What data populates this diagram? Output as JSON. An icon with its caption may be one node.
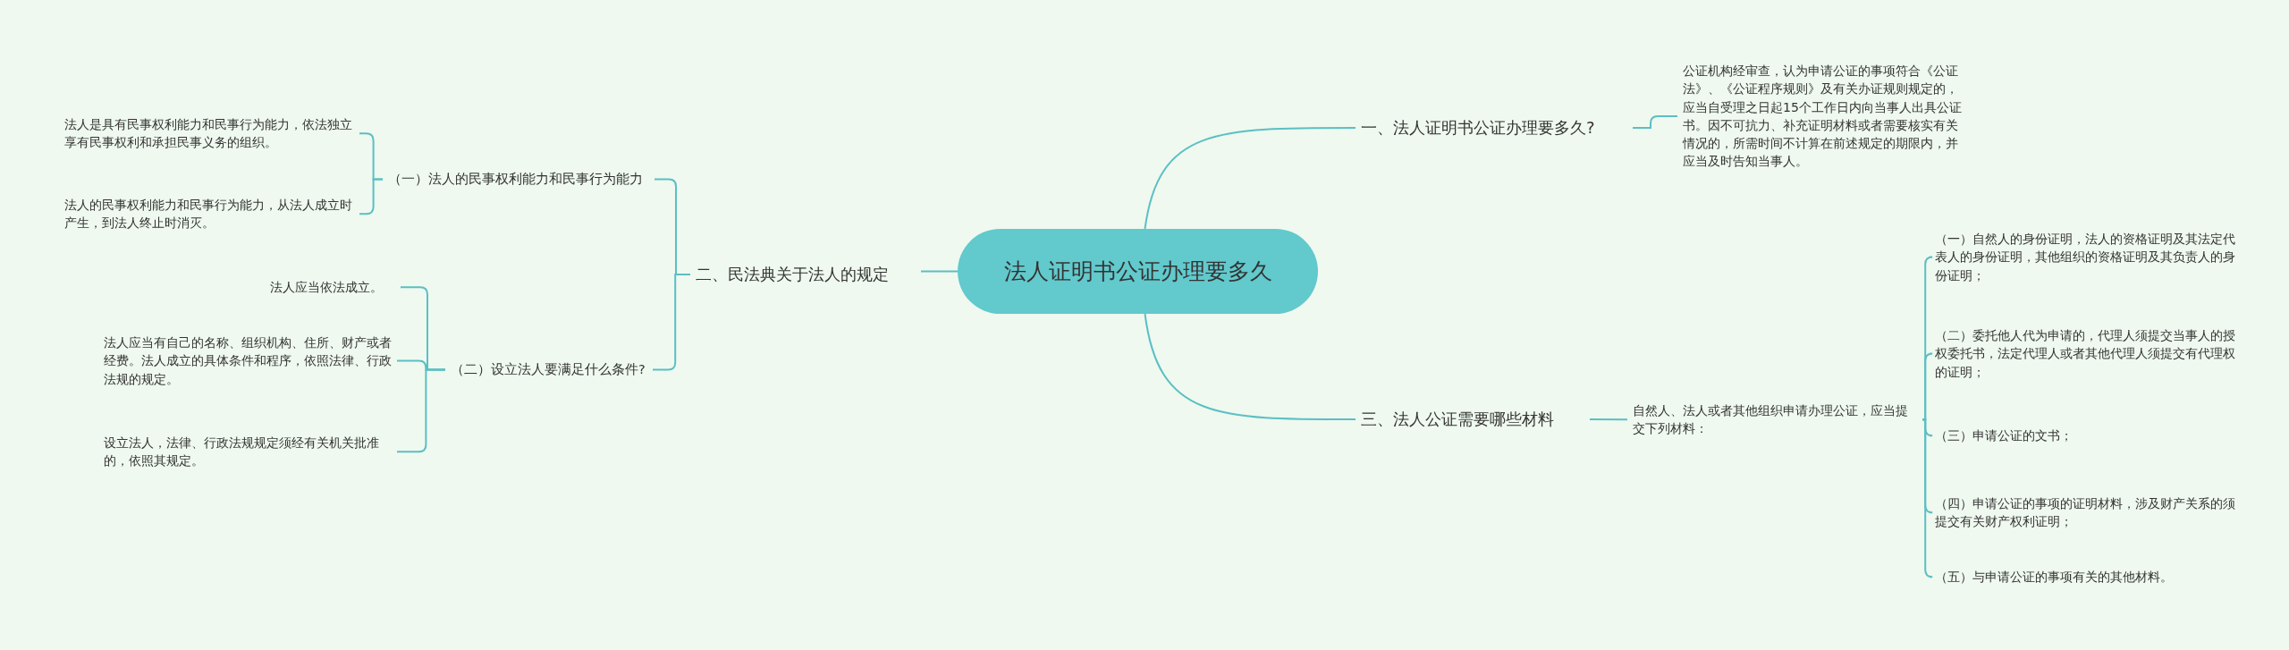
{
  "diagram": {
    "nodes": [
      {
        "text": [
          "法人证明书公证办理要多久"
        ]
      },
      {
        "text": [
          "一、法人证明书公证办理要多久?"
        ]
      },
      {
        "text": [
          "公证机构经审查，认为申请公证的事项符合《公证法》、《公证程序规则》及有关办证规则规定的，应当自受理之日起15个工作日内向当事人出具公证书。因不可抗力、补充证明材料或者需要核实有关情况的，所需时间不计算在前述规定的期限内，并应当及时告知当事人。"
        ]
      },
      {
        "text": [
          "二、民法典关于法人的规定"
        ]
      },
      {
        "text": [
          "（一）法人的民事权利能力和民事行为能力"
        ]
      },
      {
        "text": [
          "法人是具有民事权利能力和民事行为能力，依法独立享有民事权利和承担民事义务的组织。"
        ]
      },
      {
        "text": [
          "法人的民事权利能力和民事行为能力，从法人成立时产生，到法人终止时消灭。"
        ]
      },
      {
        "text": [
          "（二）设立法人要满足什么条件?"
        ]
      },
      {
        "text": [
          "法人应当依法成立。"
        ]
      },
      {
        "text": [
          "法人应当有自己的名称、组织机构、住所、财产或者经费。法人成立的具体条件和程序，依照法律、行政法规的规定。"
        ]
      },
      {
        "text": [
          "设立法人，法律、行政法规规定须经有关机关批准的，依照其规定。"
        ]
      },
      {
        "text": [
          "三、法人公证需要哪些材料"
        ]
      },
      {
        "text": [
          "自然人、法人或者其他组织申请办理公证，应当提交下列材料："
        ]
      },
      {
        "text": [
          "（一）自然人的身份证明，法人的资格证明及其法定代表人的身份证明，其他组织的资格证明及其负责人的身份证明；"
        ]
      },
      {
        "text": [
          "（二）委托他人代为申请的，代理人须提交当事人的授权委托书，法定代理人或者其他代理人须提交有代理权的证明；"
        ]
      },
      {
        "text": [
          "（三）申请公证的文书；"
        ]
      },
      {
        "text": [
          "（四）申请公证的事项的证明材料，涉及财产关系的须提交有关财产权利证明；"
        ]
      },
      {
        "text": [
          "（五）与申请公证的事项有关的其他材料。"
        ]
      }
    ],
    "edges": [
      {
        "from": 0,
        "to": 1,
        "arrow": "none"
      },
      {
        "from": 1,
        "to": 2,
        "arrow": "none"
      },
      {
        "from": 0,
        "to": 3,
        "arrow": "none"
      },
      {
        "from": 3,
        "to": 4,
        "arrow": "none"
      },
      {
        "from": 4,
        "to": 5,
        "arrow": "none"
      },
      {
        "from": 4,
        "to": 6,
        "arrow": "none"
      },
      {
        "from": 3,
        "to": 7,
        "arrow": "none"
      },
      {
        "from": 7,
        "to": 8,
        "arrow": "none"
      },
      {
        "from": 7,
        "to": 9,
        "arrow": "none"
      },
      {
        "from": 7,
        "to": 10,
        "arrow": "none"
      },
      {
        "from": 0,
        "to": 11,
        "arrow": "none"
      },
      {
        "from": 11,
        "to": 12,
        "arrow": "none"
      },
      {
        "from": 12,
        "to": 13,
        "arrow": "none"
      },
      {
        "from": 12,
        "to": 14,
        "arrow": "none"
      },
      {
        "from": 12,
        "to": 15,
        "arrow": "none"
      },
      {
        "from": 12,
        "to": 16,
        "arrow": "none"
      },
      {
        "from": 12,
        "to": 17,
        "arrow": "none"
      }
    ]
  }
}
